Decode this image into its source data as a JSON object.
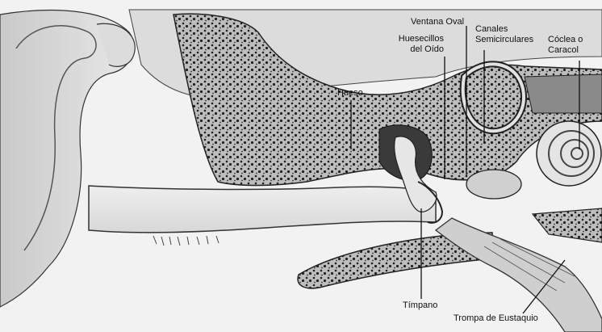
{
  "labels": {
    "ventana_oval": "Ventana Oval",
    "huesecillos": [
      "Huesecillos",
      "del Oído"
    ],
    "canales": [
      "Canales",
      "Semicirculares"
    ],
    "coclea": [
      "Cóclea o",
      "Caracol"
    ],
    "hueso": "Hueso",
    "timpano": "Tímpano",
    "trompa": "Trompa de Eustaquio"
  },
  "colors": {
    "background": "#f2f2f2",
    "bone": "#b9b9b9",
    "bone_pores": "#2a2a2a",
    "tissue": "#d6d6d6",
    "line": "#111111"
  }
}
